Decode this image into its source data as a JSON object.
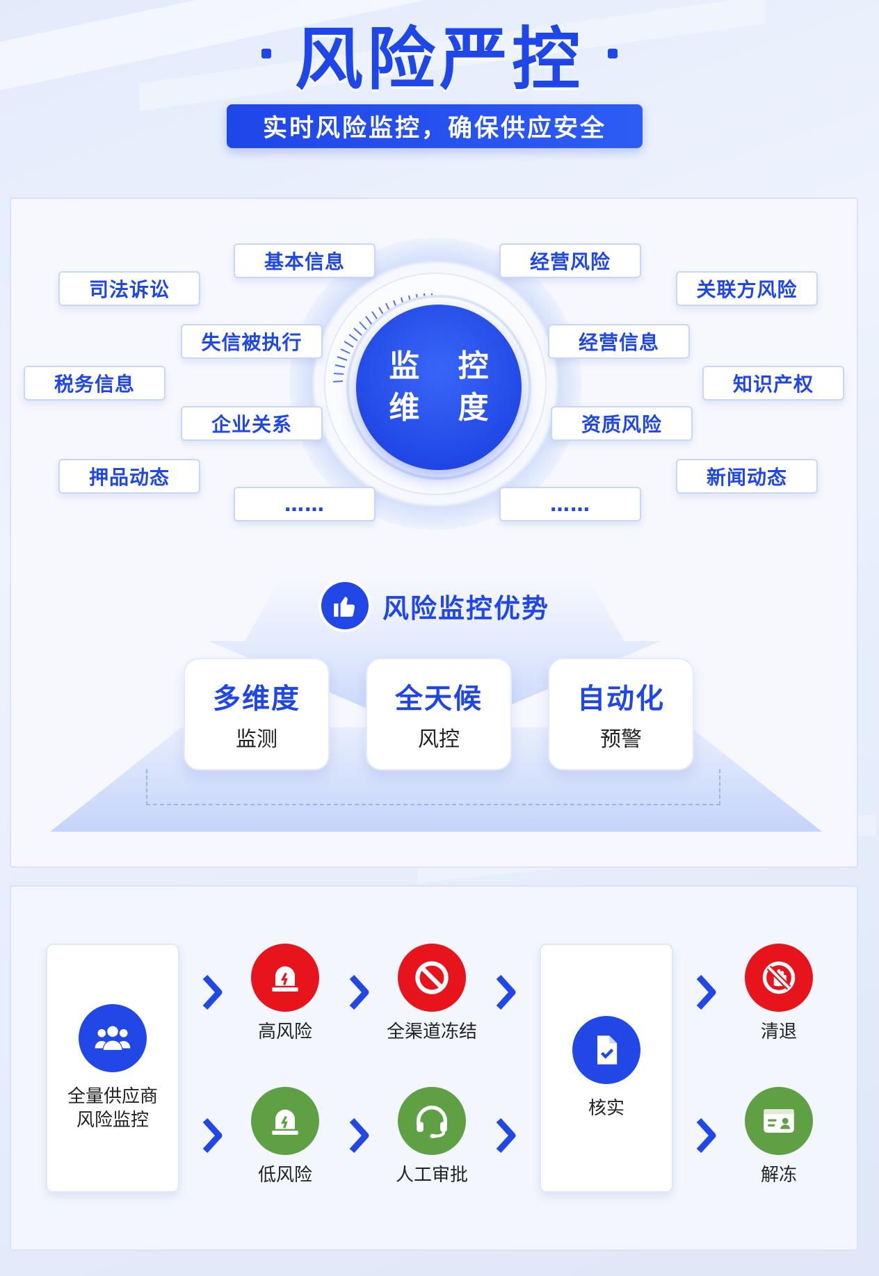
{
  "header": {
    "title": "风险严控",
    "subtitle": "实时风险监控，确保供应安全"
  },
  "dimensions": {
    "center_line1": "监 控",
    "center_line2": "维 度",
    "tags": [
      "基本信息",
      "经营风险",
      "司法诉讼",
      "关联方风险",
      "失信被执行",
      "经营信息",
      "税务信息",
      "知识产权",
      "企业关系",
      "资质风险",
      "押品动态",
      "新闻动态",
      "……",
      "……"
    ]
  },
  "advantages": {
    "title": "风险监控优势",
    "items": [
      {
        "main": "多维度",
        "sub": "监测"
      },
      {
        "main": "全天候",
        "sub": "风控"
      },
      {
        "main": "自动化",
        "sub": "预警"
      }
    ]
  },
  "flow": {
    "start": {
      "line1": "全量供应商",
      "line2": "风险监控"
    },
    "high_risk": "高风险",
    "low_risk": "低风险",
    "freeze": "全渠道冻结",
    "manual_review": "人工审批",
    "verify": "核实",
    "exit": "清退",
    "unfreeze": "解冻",
    "colors": {
      "blue": "#2148e6",
      "red": "#e8141b",
      "green": "#5ea043"
    }
  },
  "icons": [
    "thumbs-up-icon",
    "users-icon",
    "alarm-icon",
    "ban-icon",
    "headset-icon",
    "document-check-icon",
    "no-hand-icon",
    "id-card-icon",
    "chevron-right-icon"
  ]
}
